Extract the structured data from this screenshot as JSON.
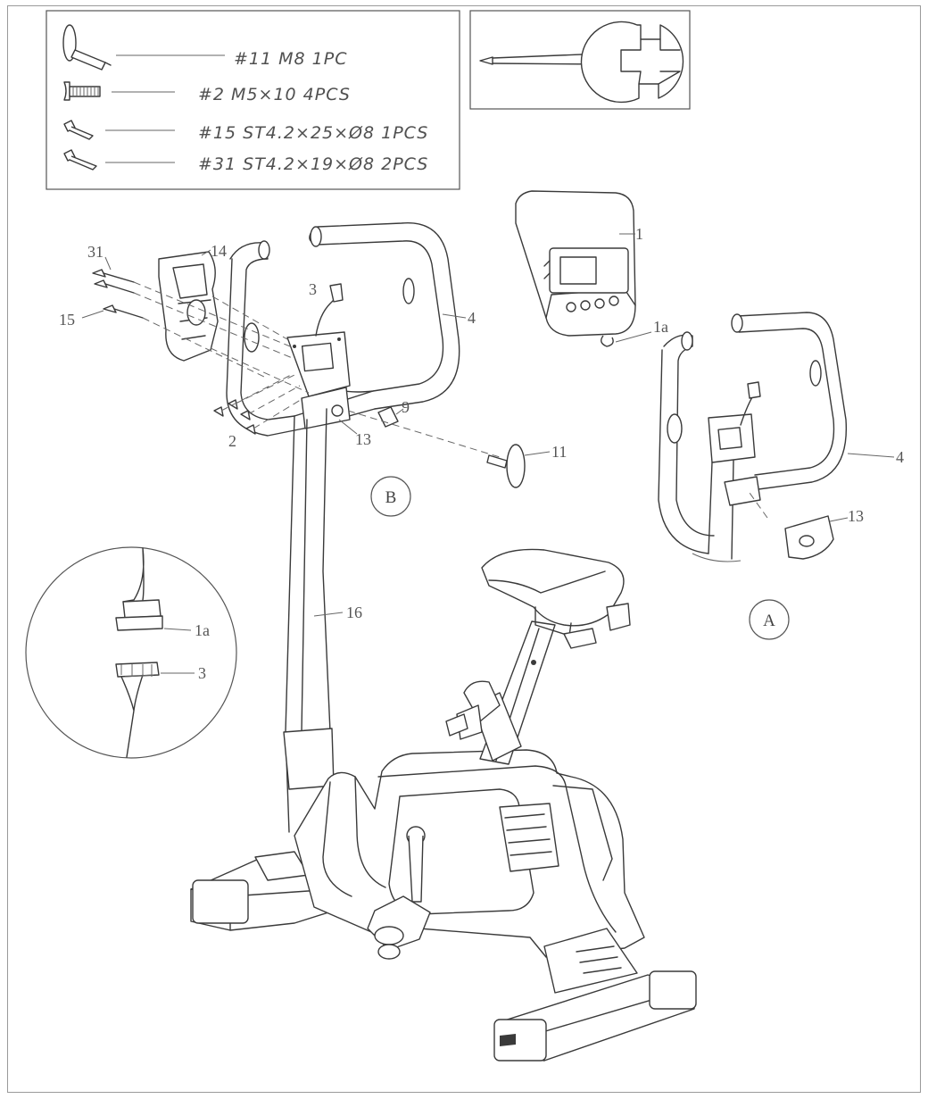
{
  "parts_box": {
    "items": [
      {
        "label": "#11   M8  1PC",
        "icon": "knob-bolt-icon"
      },
      {
        "label": "#2  M5×10  4PCS",
        "icon": "screw-icon"
      },
      {
        "label": "#15  ST4.2×25×Ø8  1PCS",
        "icon": "tapping-screw-icon"
      },
      {
        "label": "#31  ST4.2×19×Ø8  2PCS",
        "icon": "tapping-screw-icon"
      }
    ]
  },
  "tool_box": {
    "icon": "wrench-screwdriver-icon"
  },
  "callouts": {
    "c1": "1",
    "c1a": "1a",
    "c3": "3",
    "c4": "4",
    "c4a": "4",
    "c9": "9",
    "c11": "11",
    "c13": "13",
    "c13a": "13",
    "c14": "14",
    "c15": "15",
    "c16": "16",
    "c31": "31",
    "c2": "2",
    "detail_1a": "1a",
    "detail_3": "3"
  },
  "view_labels": {
    "a": "A",
    "b": "B"
  }
}
